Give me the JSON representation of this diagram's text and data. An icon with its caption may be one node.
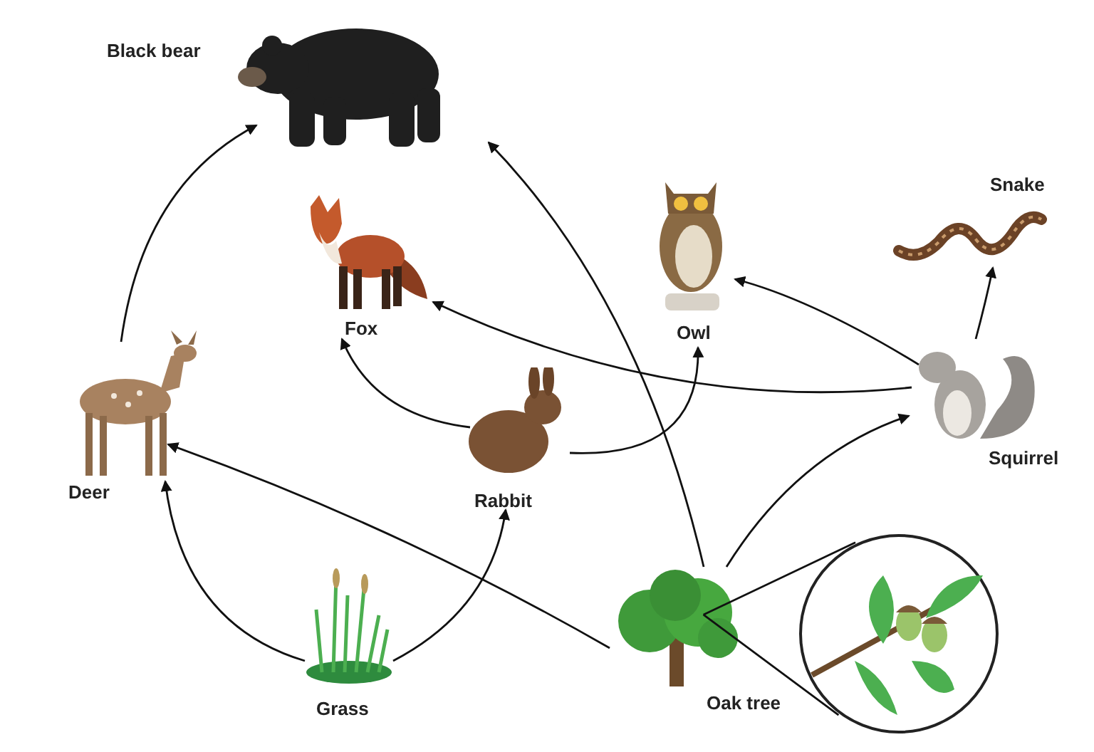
{
  "diagram": {
    "nodes": [
      {
        "text": [
          "Black bear"
        ]
      },
      {
        "text": [
          "Fox"
        ]
      },
      {
        "text": [
          "Owl"
        ]
      },
      {
        "text": [
          "Snake"
        ]
      },
      {
        "text": [
          "Deer"
        ]
      },
      {
        "text": [
          "Rabbit"
        ]
      },
      {
        "text": [
          "Squirrel"
        ]
      },
      {
        "text": [
          "Grass"
        ]
      },
      {
        "text": [
          "Oak tree"
        ]
      },
      {
        "text": [],
        "shape": "picture"
      }
    ],
    "edges": [
      {
        "from": 4,
        "to": 0,
        "arrow": "to"
      },
      {
        "from": 8,
        "to": 0,
        "arrow": "to"
      },
      {
        "from": 6,
        "to": 1,
        "arrow": "to"
      },
      {
        "from": 6,
        "to": 2,
        "arrow": "to"
      },
      {
        "from": 6,
        "to": 3,
        "arrow": "to"
      },
      {
        "from": 5,
        "to": 1,
        "arrow": "to"
      },
      {
        "from": 5,
        "to": 2,
        "arrow": "to"
      },
      {
        "from": 7,
        "to": 4,
        "arrow": "to"
      },
      {
        "from": 7,
        "to": 5,
        "arrow": "to"
      },
      {
        "from": 8,
        "to": 4,
        "arrow": "to"
      },
      {
        "from": 8,
        "to": 6,
        "arrow": "to"
      },
      {
        "from": 8,
        "to": 9,
        "arrow": "none"
      }
    ]
  }
}
